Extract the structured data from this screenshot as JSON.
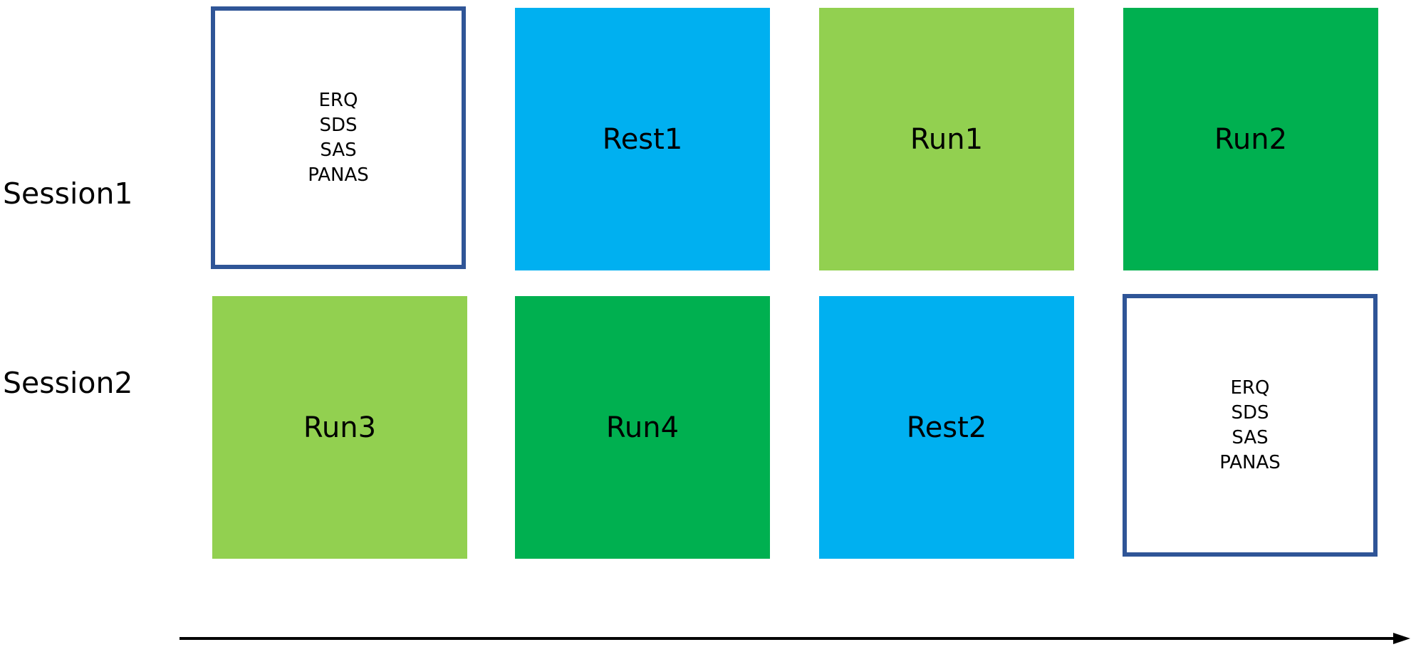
{
  "colors": {
    "rest": "#00b0f0",
    "run_light": "#92d050",
    "run_dark": "#00b050",
    "outline": "#2f5597",
    "arrow": "#000000"
  },
  "sessions": [
    {
      "label": "Session1",
      "boxes": [
        {
          "kind": "questionnaire",
          "lines": [
            "ERQ",
            "SDS",
            "SAS",
            "PANAS"
          ]
        },
        {
          "kind": "rest",
          "label": "Rest1"
        },
        {
          "kind": "run_light",
          "label": "Run1"
        },
        {
          "kind": "run_dark",
          "label": "Run2"
        }
      ]
    },
    {
      "label": "Session2",
      "boxes": [
        {
          "kind": "run_light",
          "label": "Run3"
        },
        {
          "kind": "run_dark",
          "label": "Run4"
        },
        {
          "kind": "rest",
          "label": "Rest2"
        },
        {
          "kind": "questionnaire",
          "lines": [
            "ERQ",
            "SDS",
            "SAS",
            "PANAS"
          ]
        }
      ]
    }
  ]
}
